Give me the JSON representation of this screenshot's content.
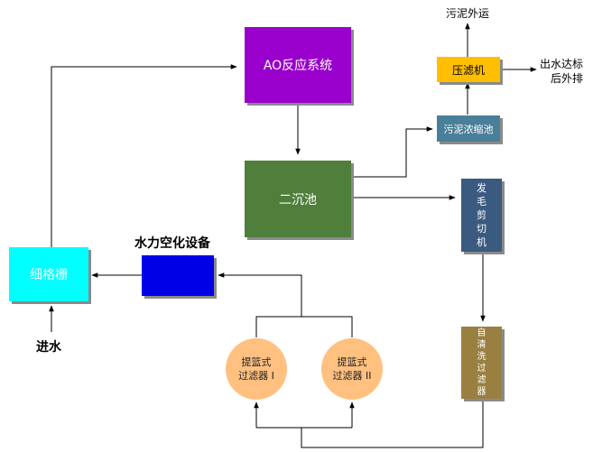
{
  "nodes": {
    "ao": "AO反应系统",
    "clarifier": "二沉池",
    "press": "压滤机",
    "thickener": "污泥浓缩池",
    "shearer": [
      "发",
      "毛",
      "剪",
      "切",
      "机"
    ],
    "selfclean": [
      "自",
      "清",
      "洗",
      "过",
      "滤",
      "器"
    ],
    "screen": "细格栅",
    "aerator": "",
    "basket1": [
      "提篮式",
      "过滤器 I"
    ],
    "basket2": [
      "提篮式",
      "过滤器 II"
    ]
  },
  "labels": {
    "sludge_out": "污泥外运",
    "discharge": [
      "出水达标",
      "后外排"
    ],
    "aerator_title": "水力空化设备",
    "inlet": "进水"
  },
  "colors": {
    "ao": "#9900cc",
    "clarifier": "#4f7f3a",
    "press": "#ffbf00",
    "thickener": "#4a7f99",
    "shearer": "#3b5a80",
    "selfclean": "#9a8040",
    "screen": "#00ffff",
    "aerator": "#0000e6",
    "basket": "#ffc080",
    "line": "#000000"
  }
}
